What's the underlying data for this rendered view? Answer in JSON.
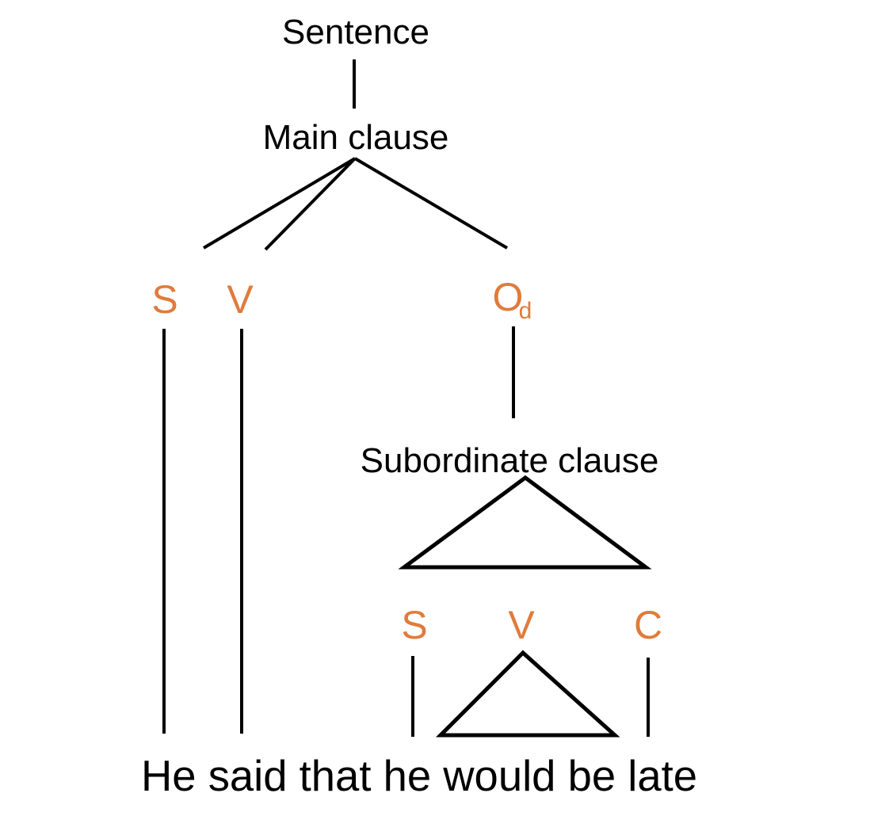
{
  "diagram": {
    "type": "syntax-tree",
    "title": "Sentence",
    "background_color": "#ffffff",
    "line_color": "#000000",
    "accent_color": "#E07B3C",
    "text_color": "#000000"
  },
  "nodes": {
    "root": "Sentence",
    "main_clause": "Main clause",
    "subordinate_clause": "Subordinate clause"
  },
  "main_functions": {
    "subject": "S",
    "verb": "V",
    "object_direct": "O",
    "object_direct_sub": "d"
  },
  "sub_functions": {
    "subject": "S",
    "verb": "V",
    "complement": "C"
  },
  "sentence": {
    "full": "He said that  he would be late",
    "main_part": "He said that",
    "sub_part": "he would be late"
  }
}
